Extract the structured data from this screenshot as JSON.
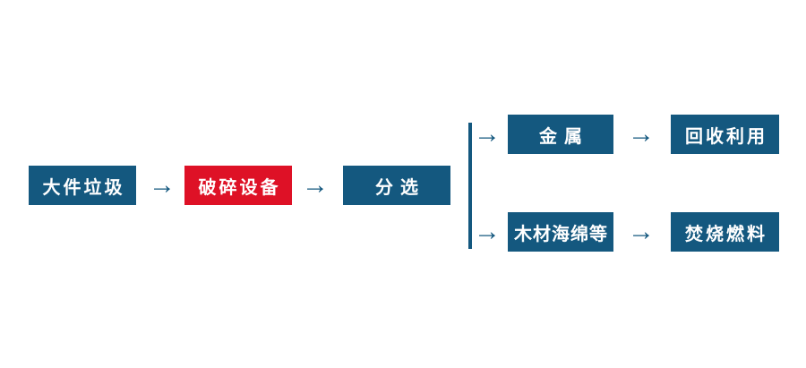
{
  "diagram": {
    "type": "flowchart",
    "background": "#ffffff",
    "colors": {
      "node_blue": "#14587F",
      "node_red": "#DE1126",
      "arrow_blue": "#14587F",
      "node_text": "#ffffff"
    },
    "arrow_glyph": "→",
    "nodes": [
      {
        "id": "bulky-waste",
        "label": "大件垃圾",
        "color": "blue"
      },
      {
        "id": "crushing-equipment",
        "label": "破碎设备",
        "color": "red"
      },
      {
        "id": "sorting",
        "label": "分选",
        "color": "blue"
      },
      {
        "id": "metal",
        "label": "金属",
        "color": "blue"
      },
      {
        "id": "recycling",
        "label": "回收利用",
        "color": "blue"
      },
      {
        "id": "wood-sponge-etc",
        "label": "木材海绵等",
        "color": "blue"
      },
      {
        "id": "incineration-fuel",
        "label": "焚烧燃料",
        "color": "blue"
      }
    ],
    "edges": [
      {
        "from": "大件垃圾",
        "to": "破碎设备"
      },
      {
        "from": "破碎设备",
        "to": "分选"
      },
      {
        "from": "分选",
        "to": "金属"
      },
      {
        "from": "分选",
        "to": "木材海绵等"
      },
      {
        "from": "金属",
        "to": "回收利用"
      },
      {
        "from": "木材海绵等",
        "to": "焚烧燃料"
      }
    ]
  }
}
